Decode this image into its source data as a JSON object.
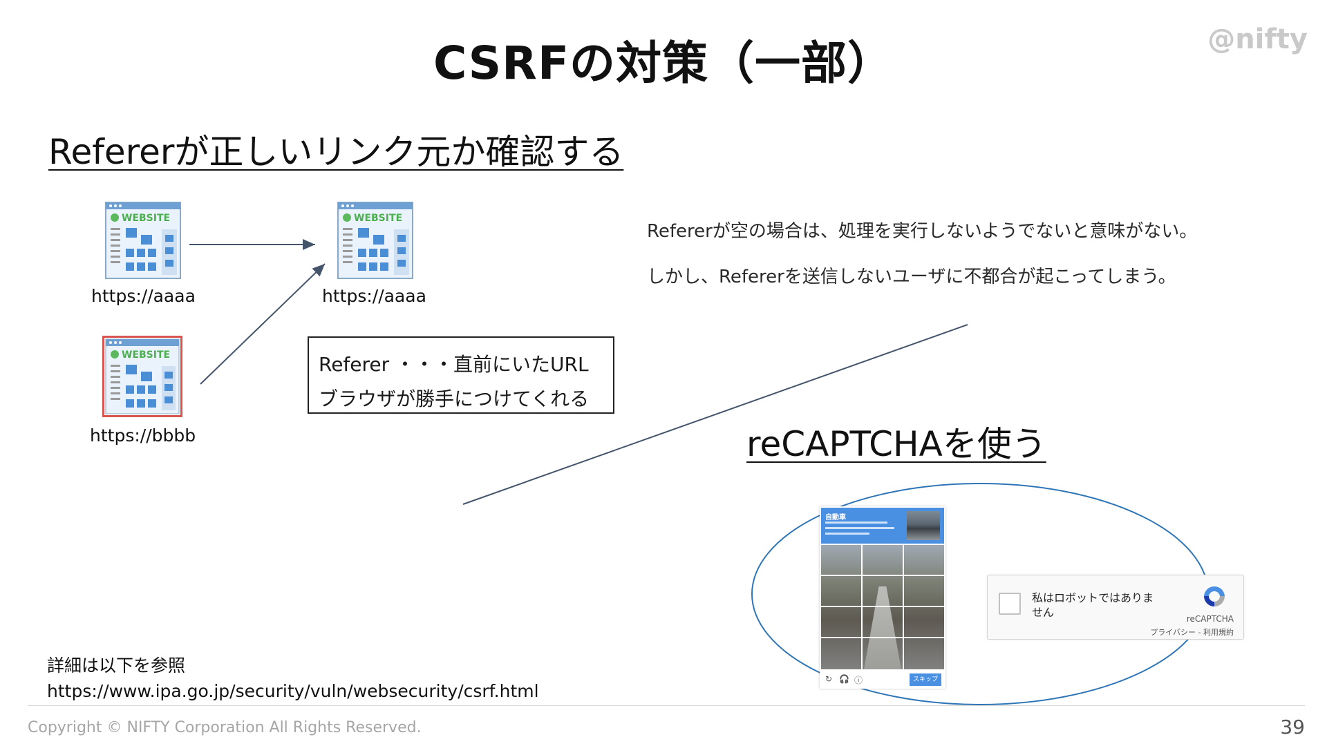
{
  "slide": {
    "title": "CSRFの対策（一部）",
    "logo": "@nifty",
    "page_number": "39",
    "copyright": "Copyright © NIFTY Corporation All Rights Reserved."
  },
  "referer_section": {
    "heading": "Refererが正しいリンク元か確認する",
    "site_label": "WEBSITE",
    "sites": [
      {
        "url": "https://aaaa"
      },
      {
        "url": "https://aaaa"
      },
      {
        "url": "https://bbbb"
      }
    ],
    "definition": {
      "line1": "Referer ・・・直前にいたURL",
      "line2": "ブラウザが勝手につけてくれる"
    },
    "notes": [
      "Refererが空の場合は、処理を実行しないようでないと意味がない。",
      "しかし、Refererを送信しないユーザに不都合が起こってしまう。"
    ]
  },
  "recaptcha_section": {
    "heading": "reCAPTCHAを使う",
    "challenge": {
      "title": "自動車",
      "skip_label": "スキップ",
      "icons": [
        "reload-icon",
        "headphones-icon",
        "info-icon"
      ]
    },
    "widget": {
      "label": "私はロボットではありません",
      "brand": "reCAPTCHA",
      "links": "プライバシー - 利用規約"
    }
  },
  "reference": {
    "label": "詳細は以下を参照",
    "url": "https://www.ipa.go.jp/security/vuln/websecurity/csrf.html"
  },
  "colors": {
    "arrow": "#44546a",
    "ellipse": "#2e75b6",
    "malicious_border": "#d9534f",
    "recaptcha_blue": "#4a90e2"
  }
}
